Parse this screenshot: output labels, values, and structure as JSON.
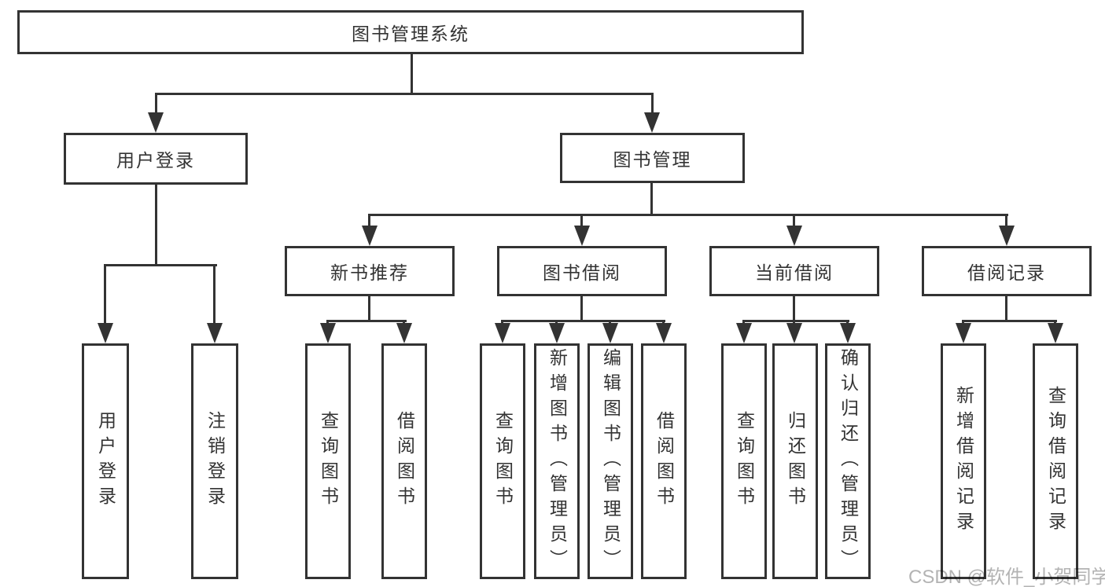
{
  "colors": {
    "line": "#333333",
    "text": "#333333",
    "boxbg": "#ffffff",
    "watermark": "#b3b3b3"
  },
  "watermark": {
    "text": "CSDN @软件_小贺同学"
  },
  "tree": {
    "root": {
      "label": "图书管理系统"
    },
    "branches": [
      {
        "label": "用户登录",
        "leaves": [
          {
            "label": "用户登录"
          },
          {
            "label": "注销登录"
          }
        ]
      },
      {
        "label": "图书管理",
        "groups": [
          {
            "label": "新书推荐",
            "leaves": [
              {
                "label": "查询图书"
              },
              {
                "label": "借阅图书"
              }
            ]
          },
          {
            "label": "图书借阅",
            "leaves": [
              {
                "label": "查询图书"
              },
              {
                "label": "新增图书（管理员）"
              },
              {
                "label": "编辑图书（管理员）"
              },
              {
                "label": "借阅图书"
              }
            ]
          },
          {
            "label": "当前借阅",
            "leaves": [
              {
                "label": "查询图书"
              },
              {
                "label": "归还图书"
              },
              {
                "label": "确认归还（管理员）"
              }
            ]
          },
          {
            "label": "借阅记录",
            "leaves": [
              {
                "label": "新增借阅记录"
              },
              {
                "label": "查询借阅记录"
              }
            ]
          }
        ]
      }
    ]
  }
}
